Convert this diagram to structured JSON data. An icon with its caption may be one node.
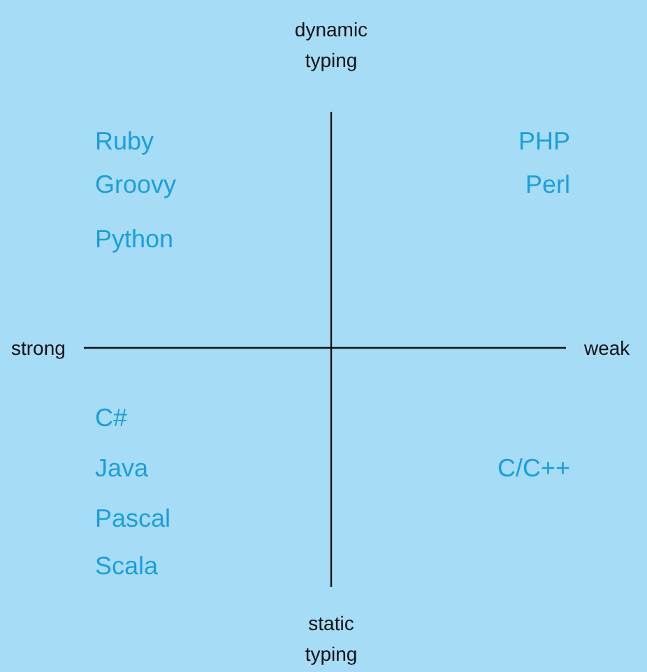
{
  "diagram": {
    "labels": [
      "dynamic typing",
      "Ruby",
      "PHP",
      "Groovy",
      "Perl",
      "Python",
      "strong",
      "weak",
      "C#",
      "Java",
      "C/C++",
      "Pascal",
      "Scala",
      "static typing"
    ]
  }
}
